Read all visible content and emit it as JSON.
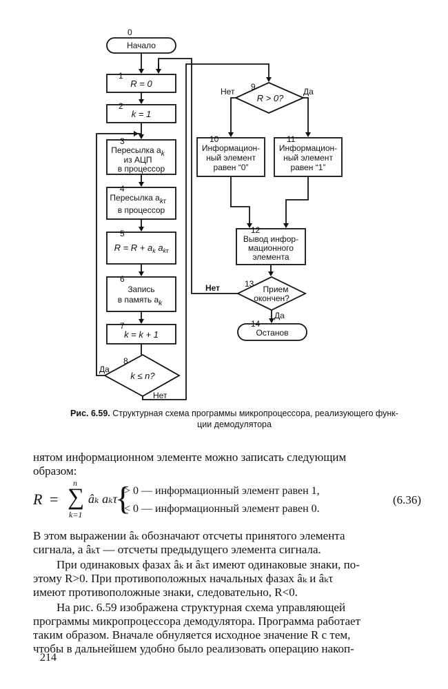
{
  "flowchart": {
    "b0": {
      "num": "0",
      "label": "Начало"
    },
    "b1": {
      "num": "1",
      "label": "R = 0"
    },
    "b2": {
      "num": "2",
      "label": "k = 1"
    },
    "b3": {
      "num": "3",
      "lines": [
        "Пересылка a",
        "из АЦП",
        "в процессор"
      ],
      "sub": "k"
    },
    "b4": {
      "num": "4",
      "lines": [
        "Пересылка a",
        "в процессор"
      ],
      "sub": "kτ"
    },
    "b5": {
      "num": "5",
      "label": "R = R + a",
      "sub1": "k",
      "mid": " a",
      "sub2": "kτ"
    },
    "b6": {
      "num": "6",
      "lines": [
        "Запись",
        "в память a"
      ],
      "sub": "k"
    },
    "b7": {
      "num": "7",
      "label": "k = k + 1"
    },
    "b8": {
      "num": "8",
      "label": "k ≤ n?",
      "yes": "Да",
      "no": "Нет"
    },
    "b9": {
      "num": "9",
      "label": "R > 0?",
      "no": "Нет",
      "yes": "Да"
    },
    "b10": {
      "num": "10",
      "lines": [
        "Информацион-",
        "ный элемент",
        "равен “0”"
      ]
    },
    "b11": {
      "num": "11",
      "lines": [
        "Информацион-",
        "ный элемент",
        "равен “1”"
      ]
    },
    "b12": {
      "num": "12",
      "lines": [
        "Вывод инфор-",
        "мационного",
        "элемента"
      ]
    },
    "b13": {
      "num": "13",
      "lines": [
        "Прием",
        "окончен?"
      ],
      "no": "Нет",
      "yes": "Да"
    },
    "b14": {
      "num": "14",
      "label": "Останов"
    }
  },
  "caption": {
    "bold": "Рис. 6.59.",
    "text": "Структурная схема программы микропроцессора, реализующего функ-",
    "text2": "ции демодулятора"
  },
  "text": {
    "p0_l1": "нятом   информационном   элементе   можно   записать   следующим",
    "p0_l2": "образом:",
    "formula": {
      "lhs": "R",
      "eq": "=",
      "sum": "∑",
      "sum_top": "n",
      "sum_bottom": "k=1",
      "terms": "âₖ aₖτ",
      "case1": "> 0 — информационный элемент равен 1,",
      "case2": "< 0 — информационный элемент равен 0.",
      "number": "(6.36)"
    },
    "p1_l1": "В этом выражении âₖ обозначают отсчеты принятого элемента",
    "p1_l2": "сигнала, а âₖτ — отсчеты предыдущего элемента сигнала.",
    "p2_l1": "При одинаковых фазах âₖ и âₖτ имеют одинаковые знаки, по-",
    "p2_l2": "этому R>0. При противоположных начальных фазах âₖ и âₖτ",
    "p2_l3": "имеют противоположные знаки, следовательно, R<0.",
    "p3_l1": "На рис. 6.59 изображена структурная схема управляющей",
    "p3_l2": "программы микропроцессора демодулятора. Программа работает",
    "p3_l3": "таким образом. Вначале обнуляется исходное значение R с тем,",
    "p3_l4": "чтобы в дальнейшем удобно было реализовать операцию накоп-",
    "page_number": "214"
  }
}
